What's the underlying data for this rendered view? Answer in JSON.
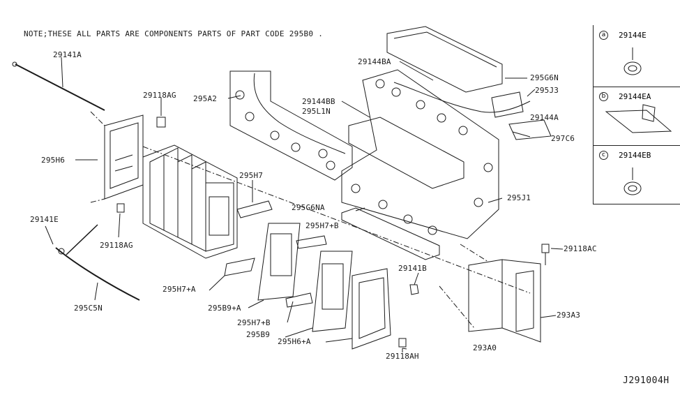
{
  "note": "NOTE;THESE ALL PARTS ARE COMPONENTS PARTS OF PART CODE 295B0 .",
  "diagram_id": "J291004H",
  "labels": {
    "l29141A": "29141A",
    "l29118AG_top": "29118AG",
    "l295A2": "295A2",
    "l29144BA": "29144BA",
    "l295G6N": "295G6N",
    "l295J3": "295J3",
    "l29144BB": "29144BB",
    "l295L1N": "295L1N",
    "l29144A": "29144A",
    "l297C6": "297C6",
    "l295H6": "295H6",
    "l295H7": "295H7",
    "l295G6NA": "295G6NA",
    "l295J1": "295J1",
    "l29141E": "29141E",
    "l29118AG_bot": "29118AG",
    "l295H7B_top": "295H7+B",
    "l29118AC": "29118AC",
    "l295H7A": "295H7+A",
    "l295B9A": "295B9+A",
    "l29141B": "29141B",
    "l295C5N": "295C5N",
    "l295H7B_bot": "295H7+B",
    "l295B9": "295B9",
    "l293A3": "293A3",
    "l295H6A": "295H6+A",
    "l29118AH": "29118AH",
    "l293A0": "293A0"
  },
  "legend": [
    {
      "mark": "a",
      "code": "29144E"
    },
    {
      "mark": "b",
      "code": "29144EA"
    },
    {
      "mark": "c",
      "code": "29144EB"
    }
  ],
  "callout_marks": {
    "a": "a",
    "b": "b",
    "c": "c"
  },
  "colors": {
    "line": "#1a1a1a",
    "background": "#ffffff"
  }
}
